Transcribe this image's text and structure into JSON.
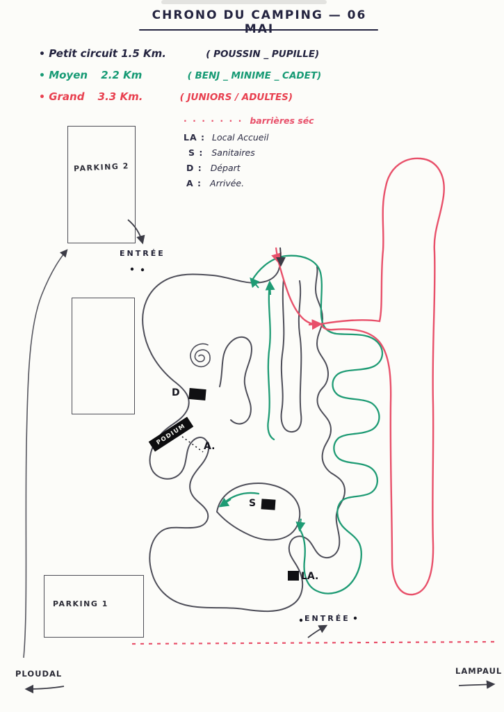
{
  "title": {
    "text": "CHRONO DU CAMPING  —  06 MAI"
  },
  "circuits": [
    {
      "bullet": "•",
      "name": "Petit circuit",
      "distance": "1.5 Km.",
      "category": "( POUSSIN _ PUPILLE)",
      "color": "#23233f"
    },
    {
      "bullet": "•",
      "name": "Moyen",
      "distance": "2.2 Km",
      "category": "( BENJ _ MINIME _ CADET)",
      "color": "#169a74"
    },
    {
      "bullet": "•",
      "name": "Grand",
      "distance": "3.3 Km.",
      "category": "( JUNIORS / ADULTES)",
      "color": "#e8404f"
    }
  ],
  "legend": {
    "barriers": {
      "dots": "· · · · · · ·",
      "label": "barrières séc",
      "color": "#e8506a"
    },
    "items": [
      {
        "key": "LA :",
        "label": "Local Accueil"
      },
      {
        "key": "S :",
        "label": "Sanitaires"
      },
      {
        "key": "D :",
        "label": "Départ"
      },
      {
        "key": "A :",
        "label": "Arrivée."
      }
    ]
  },
  "map": {
    "parking2": "PARKING 2",
    "parking1": "PARKING 1",
    "entree_top": "ENTRÉE",
    "entree_bottom": "ENTRÉE",
    "podium": "PODIUM",
    "start_label": "D",
    "finish_label": "A.",
    "sanitaires_label": "S",
    "accueil_label": "LA.",
    "ploudal": "PLOUDAL",
    "lampaul": "LAMPAUL"
  },
  "colors": {
    "ink": "#23233f",
    "course_dark": "#4d4d58",
    "course_green": "#1e9b74",
    "course_red": "#e8506a"
  }
}
